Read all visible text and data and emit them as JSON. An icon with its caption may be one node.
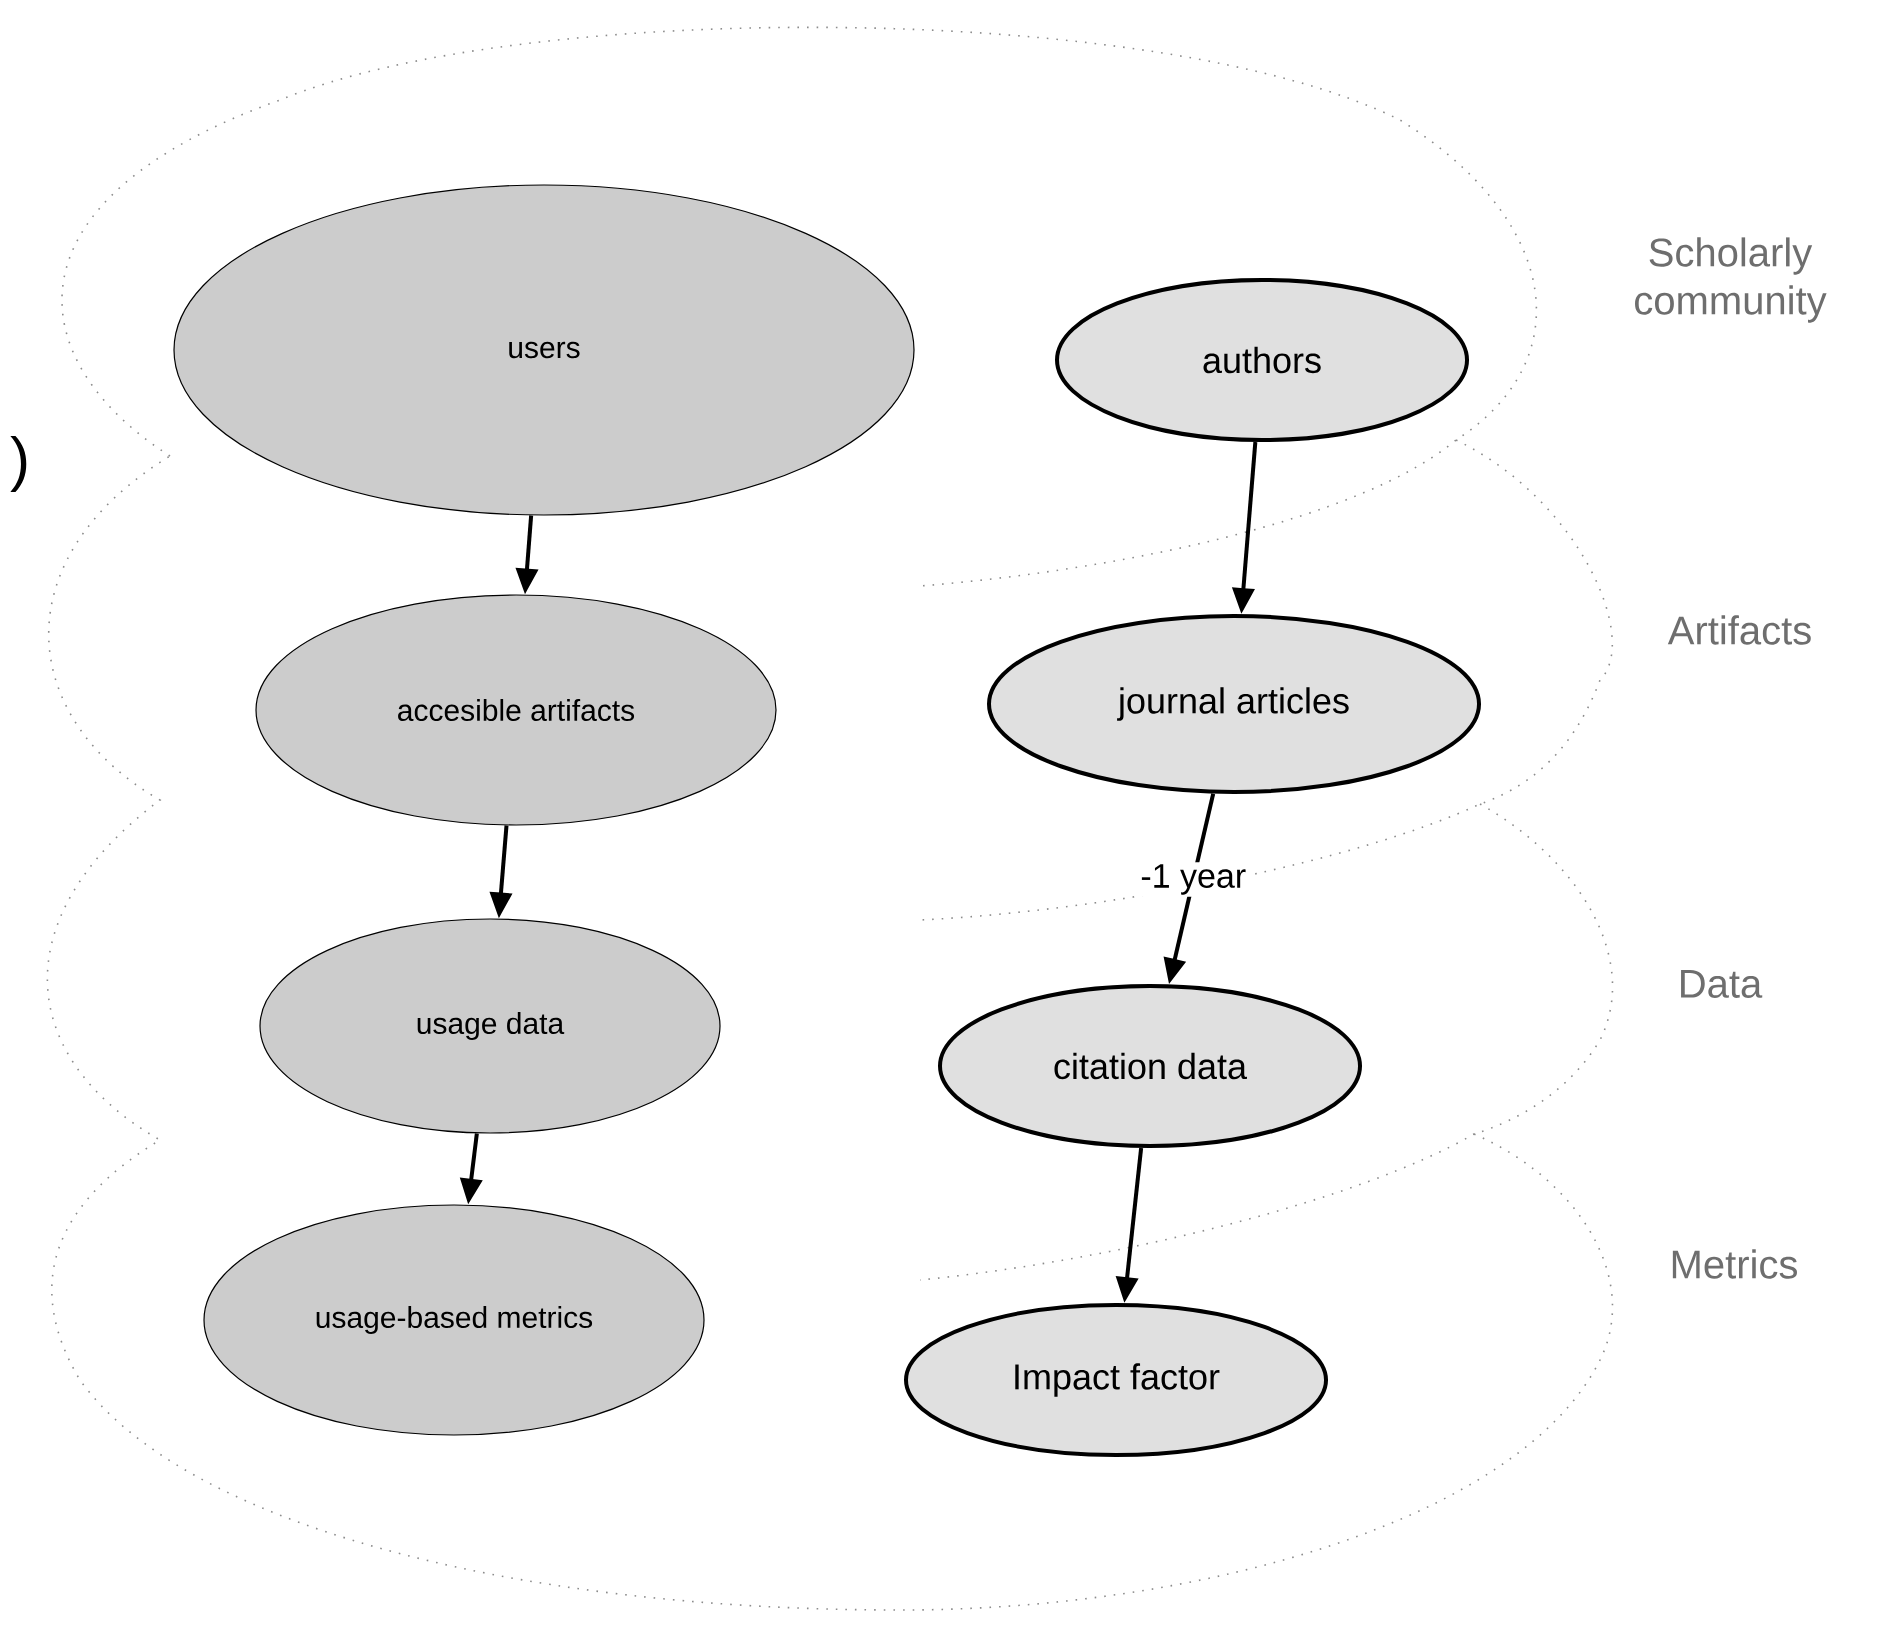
{
  "diagram": {
    "nodes": [
      {
        "text": [
          "users"
        ]
      },
      {
        "text": [
          "authors"
        ]
      },
      {
        "text": [
          "accesible artifacts"
        ]
      },
      {
        "text": [
          "journal articles"
        ]
      },
      {
        "text": [
          "usage data"
        ]
      },
      {
        "text": [
          "citation data"
        ]
      },
      {
        "text": [
          "usage-based metrics"
        ]
      },
      {
        "text": [
          "Impact factor"
        ]
      }
    ],
    "edges": [
      {
        "from": 0,
        "to": 2,
        "arrow": "to"
      },
      {
        "from": 1,
        "to": 3,
        "arrow": "to"
      },
      {
        "from": 2,
        "to": 4,
        "arrow": "to"
      },
      {
        "from": 3,
        "to": 5,
        "arrow": "to",
        "label": "-1 year"
      },
      {
        "from": 4,
        "to": 6,
        "arrow": "to"
      },
      {
        "from": 5,
        "to": 7,
        "arrow": "to"
      }
    ],
    "labels": [
      ")",
      "Scholarly community",
      "Artifacts",
      "Data",
      "Metrics"
    ]
  }
}
